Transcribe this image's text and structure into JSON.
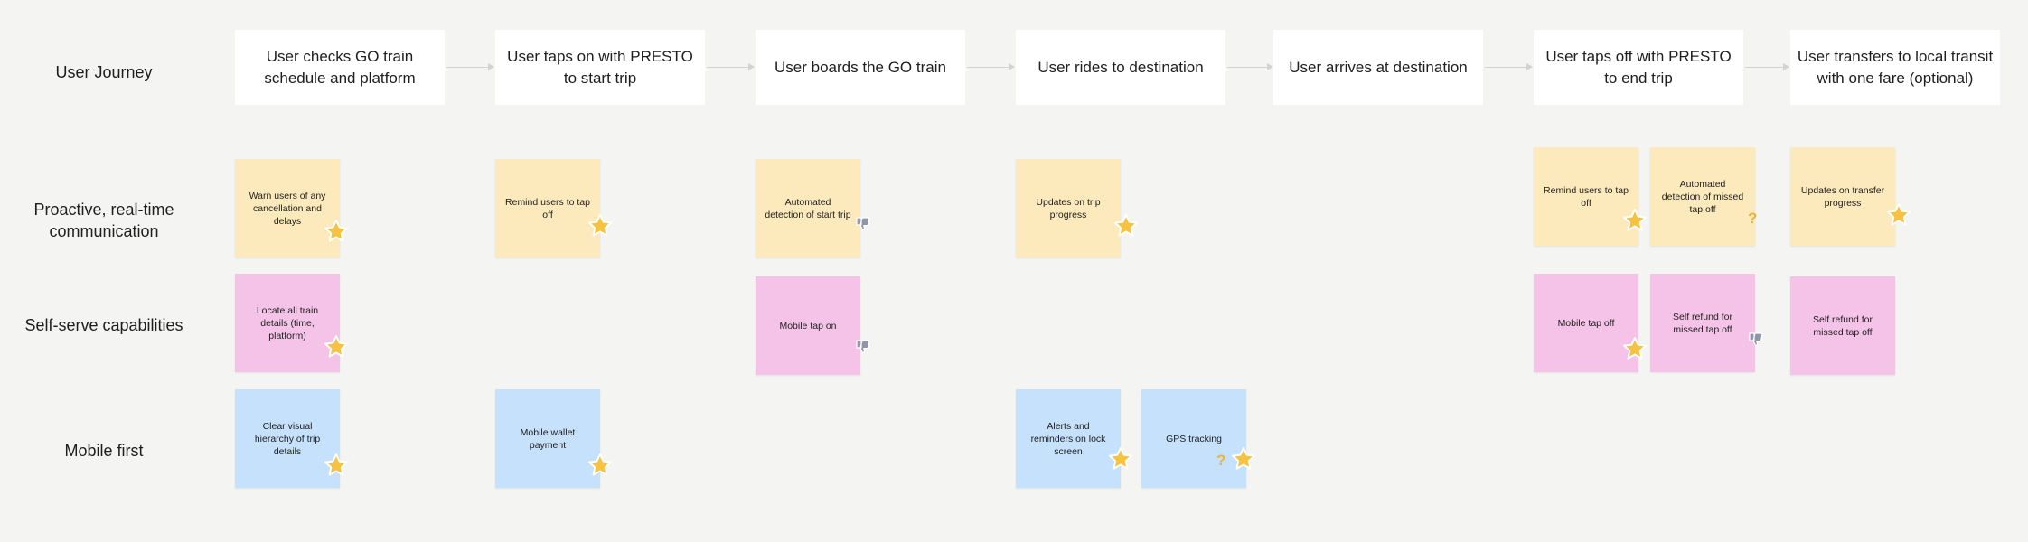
{
  "rows": {
    "journey": "User Journey",
    "proactive": "Proactive, real-time communication",
    "selfserve": "Self-serve capabilities",
    "mobile": "Mobile first"
  },
  "steps": [
    "User checks GO train schedule and platform",
    "User taps on with PRESTO to start trip",
    "User boards the GO train",
    "User rides to destination",
    "User arrives at destination",
    "User taps off with PRESTO to end trip",
    "User transfers to local transit with one fare (optional)"
  ],
  "notes": {
    "warn_cancellation": "Warn users of any cancellation and delays",
    "remind_tap_on": "Remind users to tap off",
    "auto_detect_start": "Automated detection of start trip",
    "updates_trip": "Updates on trip progress",
    "remind_tap_off": "Remind users to tap off",
    "auto_detect_missed": "Automated detection of missed tap off",
    "updates_transfer": "Updates on transfer progress",
    "locate_train": "Locate all train details (time, platform)",
    "mobile_tap_on": "Mobile tap on",
    "mobile_tap_off": "Mobile tap off",
    "self_refund_1": "Self refund for missed tap off",
    "self_refund_2": "Self refund for missed tap off",
    "clear_visual": "Clear visual hierarchy of trip details",
    "mobile_wallet": "Mobile wallet payment",
    "alerts_lock": "Alerts and reminders on lock screen",
    "gps": "GPS tracking"
  },
  "icons": {
    "star": "star-icon",
    "dislike": "thumbs-down-icon",
    "question": "?"
  },
  "colors": {
    "yellow_note": "#fdeabc",
    "pink_note": "#f5c3e7",
    "blue_note": "#c6e1fb",
    "star": "#f5c242",
    "thumb": "#8f96a6"
  }
}
